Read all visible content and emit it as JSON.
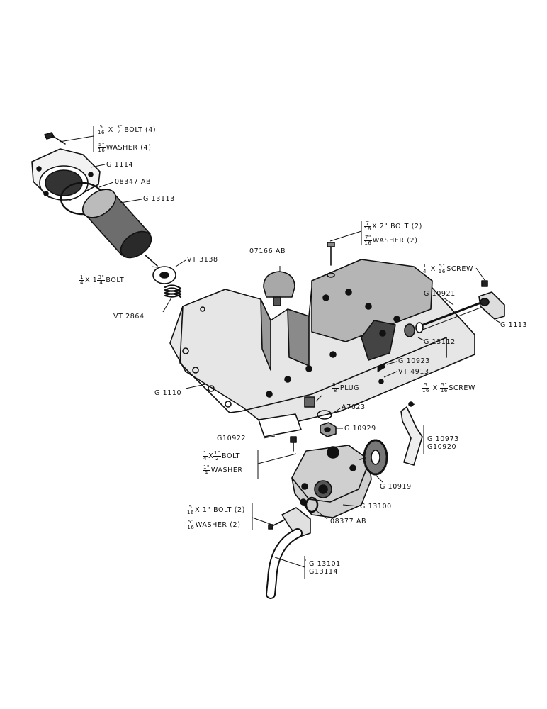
{
  "labels": {
    "bolt_5_16_x_3_4": {
      "num": "5",
      "den": "16",
      "text_a": "X",
      "num2": "3\"",
      "den2": "4",
      "text_b": "BOLT (4)"
    },
    "washer_5_16_a": {
      "num": "5\"",
      "den": "16",
      "text": "WASHER (4)"
    },
    "g1114": "G 1114",
    "p08347ab": "08347 AB",
    "g13113": "G 13113",
    "bolt_1_4_x_1_3_4": {
      "num": "1",
      "den": "4",
      "text_a": "X 1",
      "num2": "3\"",
      "den2": "4",
      "text_b": "BOLT"
    },
    "vt3138": "VT 3138",
    "vt2864": "VT 2864",
    "p07166ab": "07166 AB",
    "bolt_7_16_x2": {
      "num": "7",
      "den": "16",
      "text": "X 2\" BOLT (2)"
    },
    "washer_7_16": {
      "num": "7\"",
      "den": "16",
      "text": "WASHER (2)"
    },
    "screw_1_4_x_5_16": {
      "num": "1",
      "den": "4",
      "text_a": "X",
      "num2": "5\"",
      "den2": "16",
      "text_b": "SCREW"
    },
    "g10921": "G 10921",
    "g1113": "G 1113",
    "g13112": "G 13112",
    "g10923": "G 10923",
    "vt4913": "VT 4913",
    "g1110": "G 1110",
    "plug_3_8": {
      "num": "3\"",
      "den": "8",
      "text": "PLUG"
    },
    "screw_5_16_x_5_16": {
      "num": "5",
      "den": "16",
      "text_a": "X",
      "num2": "5\"",
      "den2": "16",
      "text_b": "SCREW"
    },
    "a7623": "A7623",
    "g10929": "G 10929",
    "g10922": "G10922",
    "g10973_g10920": {
      "line1": "G 10973",
      "line2": "G10920"
    },
    "bolt_1_4_x_1_2": {
      "num": "1",
      "den": "4",
      "text_a": "X",
      "num2": "1\"",
      "den2": "2",
      "text_b": "BOLT"
    },
    "washer_1_4": {
      "num": "1\"",
      "den": "4",
      "text": "WASHER"
    },
    "g10919": "G 10919",
    "bolt_5_16_x1": {
      "num": "5",
      "den": "16",
      "text": "X 1\" BOLT (2)"
    },
    "washer_5_16_b": {
      "num": "5\"",
      "den": "16",
      "text": "WASHER (2)"
    },
    "g13100": "G 13100",
    "p08377ab": "08377 AB",
    "g13101_g13114": {
      "line1": "G 13101",
      "line2": "G13114"
    }
  }
}
